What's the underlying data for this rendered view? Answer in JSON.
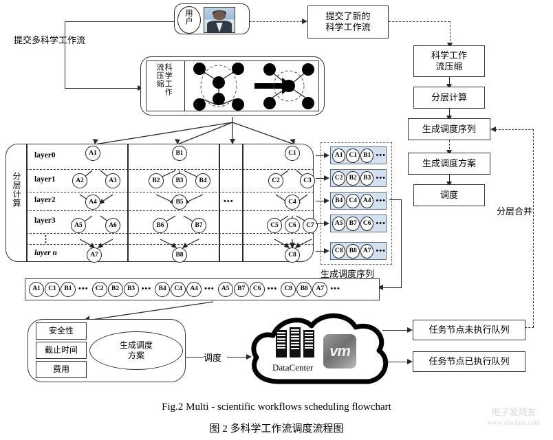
{
  "diagram": {
    "title_en": "Fig.2    Multi - scientific workflows scheduling flowchart",
    "title_cn": "图 2    多科学工作流调度流程图"
  },
  "actors": {
    "user_label": "用户"
  },
  "edge_labels": {
    "submit_multi_workflow": "提交多科学工作流",
    "schedule": "调度",
    "generate_schedule_sequence": "生成调度序列",
    "layered_merge": "分层合并"
  },
  "boxes": {
    "submit_new_workflow": "提交了新的\n科学工作流",
    "workflow_compression": "科学工作\n流压缩",
    "layered_computation": "分层计算",
    "generate_sequence": "生成调度序列",
    "generate_plan": "生成调度方案",
    "schedule": "调度",
    "queue_pending": "任务节点未执行队列",
    "queue_done": "任务节点已执行队列"
  },
  "compression_panel": {
    "vertical_label": "科学工作\n流压缩"
  },
  "layer_panel": {
    "vertical_label": "分层计算",
    "layers": [
      "layer0",
      "layer1",
      "layer2",
      "layer3",
      "⋮",
      "layer n"
    ],
    "group_ellipsis": "•••",
    "workflows": [
      {
        "name": "A",
        "nodes": [
          {
            "id": "A1",
            "layer": 0
          },
          {
            "id": "A2",
            "layer": 1
          },
          {
            "id": "A3",
            "layer": 1
          },
          {
            "id": "A4",
            "layer": 2
          },
          {
            "id": "A5",
            "layer": 3
          },
          {
            "id": "A6",
            "layer": 3
          },
          {
            "id": "A7",
            "layer": 5
          }
        ],
        "edges": [
          [
            "A1",
            "A2"
          ],
          [
            "A1",
            "A3"
          ],
          [
            "A2",
            "A4"
          ],
          [
            "A3",
            "A4"
          ],
          [
            "A4",
            "A5"
          ],
          [
            "A4",
            "A6"
          ],
          [
            "A5",
            "A7"
          ],
          [
            "A6",
            "A7"
          ]
        ]
      },
      {
        "name": "B",
        "nodes": [
          {
            "id": "B1",
            "layer": 0
          },
          {
            "id": "B2",
            "layer": 1
          },
          {
            "id": "B3",
            "layer": 1
          },
          {
            "id": "B4",
            "layer": 1
          },
          {
            "id": "B5",
            "layer": 2
          },
          {
            "id": "B6",
            "layer": 3
          },
          {
            "id": "B7",
            "layer": 3
          },
          {
            "id": "B8",
            "layer": 5
          }
        ],
        "edges": [
          [
            "B1",
            "B2"
          ],
          [
            "B1",
            "B3"
          ],
          [
            "B1",
            "B4"
          ],
          [
            "B2",
            "B5"
          ],
          [
            "B3",
            "B5"
          ],
          [
            "B4",
            "B5"
          ],
          [
            "B5",
            "B6"
          ],
          [
            "B5",
            "B7"
          ],
          [
            "B6",
            "B8"
          ],
          [
            "B7",
            "B8"
          ]
        ]
      },
      {
        "name": "C",
        "nodes": [
          {
            "id": "C1",
            "layer": 0
          },
          {
            "id": "C2",
            "layer": 1
          },
          {
            "id": "C3",
            "layer": 1
          },
          {
            "id": "C4",
            "layer": 2
          },
          {
            "id": "C5",
            "layer": 3
          },
          {
            "id": "C6",
            "layer": 3
          },
          {
            "id": "C7",
            "layer": 3
          },
          {
            "id": "C8",
            "layer": 5
          }
        ],
        "edges": [
          [
            "C1",
            "C2"
          ],
          [
            "C1",
            "C3"
          ],
          [
            "C2",
            "C4"
          ],
          [
            "C3",
            "C4"
          ],
          [
            "C4",
            "C5"
          ],
          [
            "C4",
            "C6"
          ],
          [
            "C4",
            "C7"
          ],
          [
            "C5",
            "C8"
          ],
          [
            "C6",
            "C8"
          ],
          [
            "C7",
            "C8"
          ]
        ]
      }
    ]
  },
  "merged_rows": [
    {
      "items": [
        "A1",
        "C1",
        "B1"
      ],
      "ellipsis": "•••"
    },
    {
      "items": [
        "C2",
        "B2",
        "B3"
      ],
      "ellipsis": "•••"
    },
    {
      "items": [
        "B4",
        "C4",
        "A4"
      ],
      "ellipsis": "•••"
    },
    {
      "items": [
        "A5",
        "B7",
        "C6"
      ],
      "ellipsis": "•••"
    },
    {
      "items": [
        "C8",
        "B8",
        "A7"
      ],
      "ellipsis": "•••"
    }
  ],
  "sequence_strip": {
    "groups": [
      {
        "items": [
          "A1",
          "C1",
          "B1"
        ],
        "ellipsis": "•••"
      },
      {
        "items": [
          "C2",
          "B2",
          "B3"
        ],
        "ellipsis": "•••"
      },
      {
        "items": [
          "B4",
          "C4",
          "A4"
        ],
        "ellipsis": "•••"
      },
      {
        "items": [
          "A5",
          "B7",
          "C6"
        ],
        "ellipsis": "•••"
      },
      {
        "items": [
          "C8",
          "B8",
          "A7"
        ],
        "ellipsis": "•••"
      }
    ]
  },
  "scheduling_plan": {
    "criteria": [
      "安全性",
      "截止时间",
      "费用"
    ],
    "ellipse_label": "生成调度\n方案"
  },
  "cloud": {
    "datacenter_label": "DataCenter",
    "vm_label": "vm"
  },
  "watermark": {
    "line1": "电子发烧友",
    "line2": "www.elecfans.com"
  },
  "colors": {
    "stroke": "#2b2b2b",
    "seq_fill": "#d3e0ef",
    "seq_border": "#5f6f80"
  }
}
